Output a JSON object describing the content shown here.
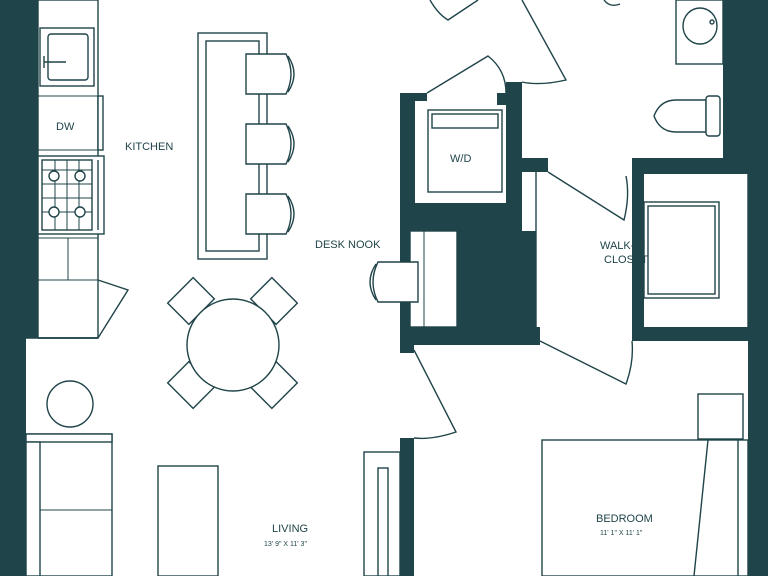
{
  "colors": {
    "wall": "#1f4449",
    "background": "#ffffff"
  },
  "rooms": {
    "kitchen": {
      "label": "KITCHEN"
    },
    "dishwasher": {
      "label": "DW"
    },
    "washer_dryer": {
      "label": "W/D"
    },
    "desk_nook": {
      "label": "DESK NOOK"
    },
    "walk_in_closet": {
      "label_line1": "WALK-IN",
      "label_line2": "CLOSET"
    },
    "living": {
      "label": "LIVING",
      "dimensions": "13' 9\" X 11' 3\""
    },
    "bedroom": {
      "label": "BEDROOM",
      "dimensions": "11' 1\" X 11' 1\""
    }
  }
}
